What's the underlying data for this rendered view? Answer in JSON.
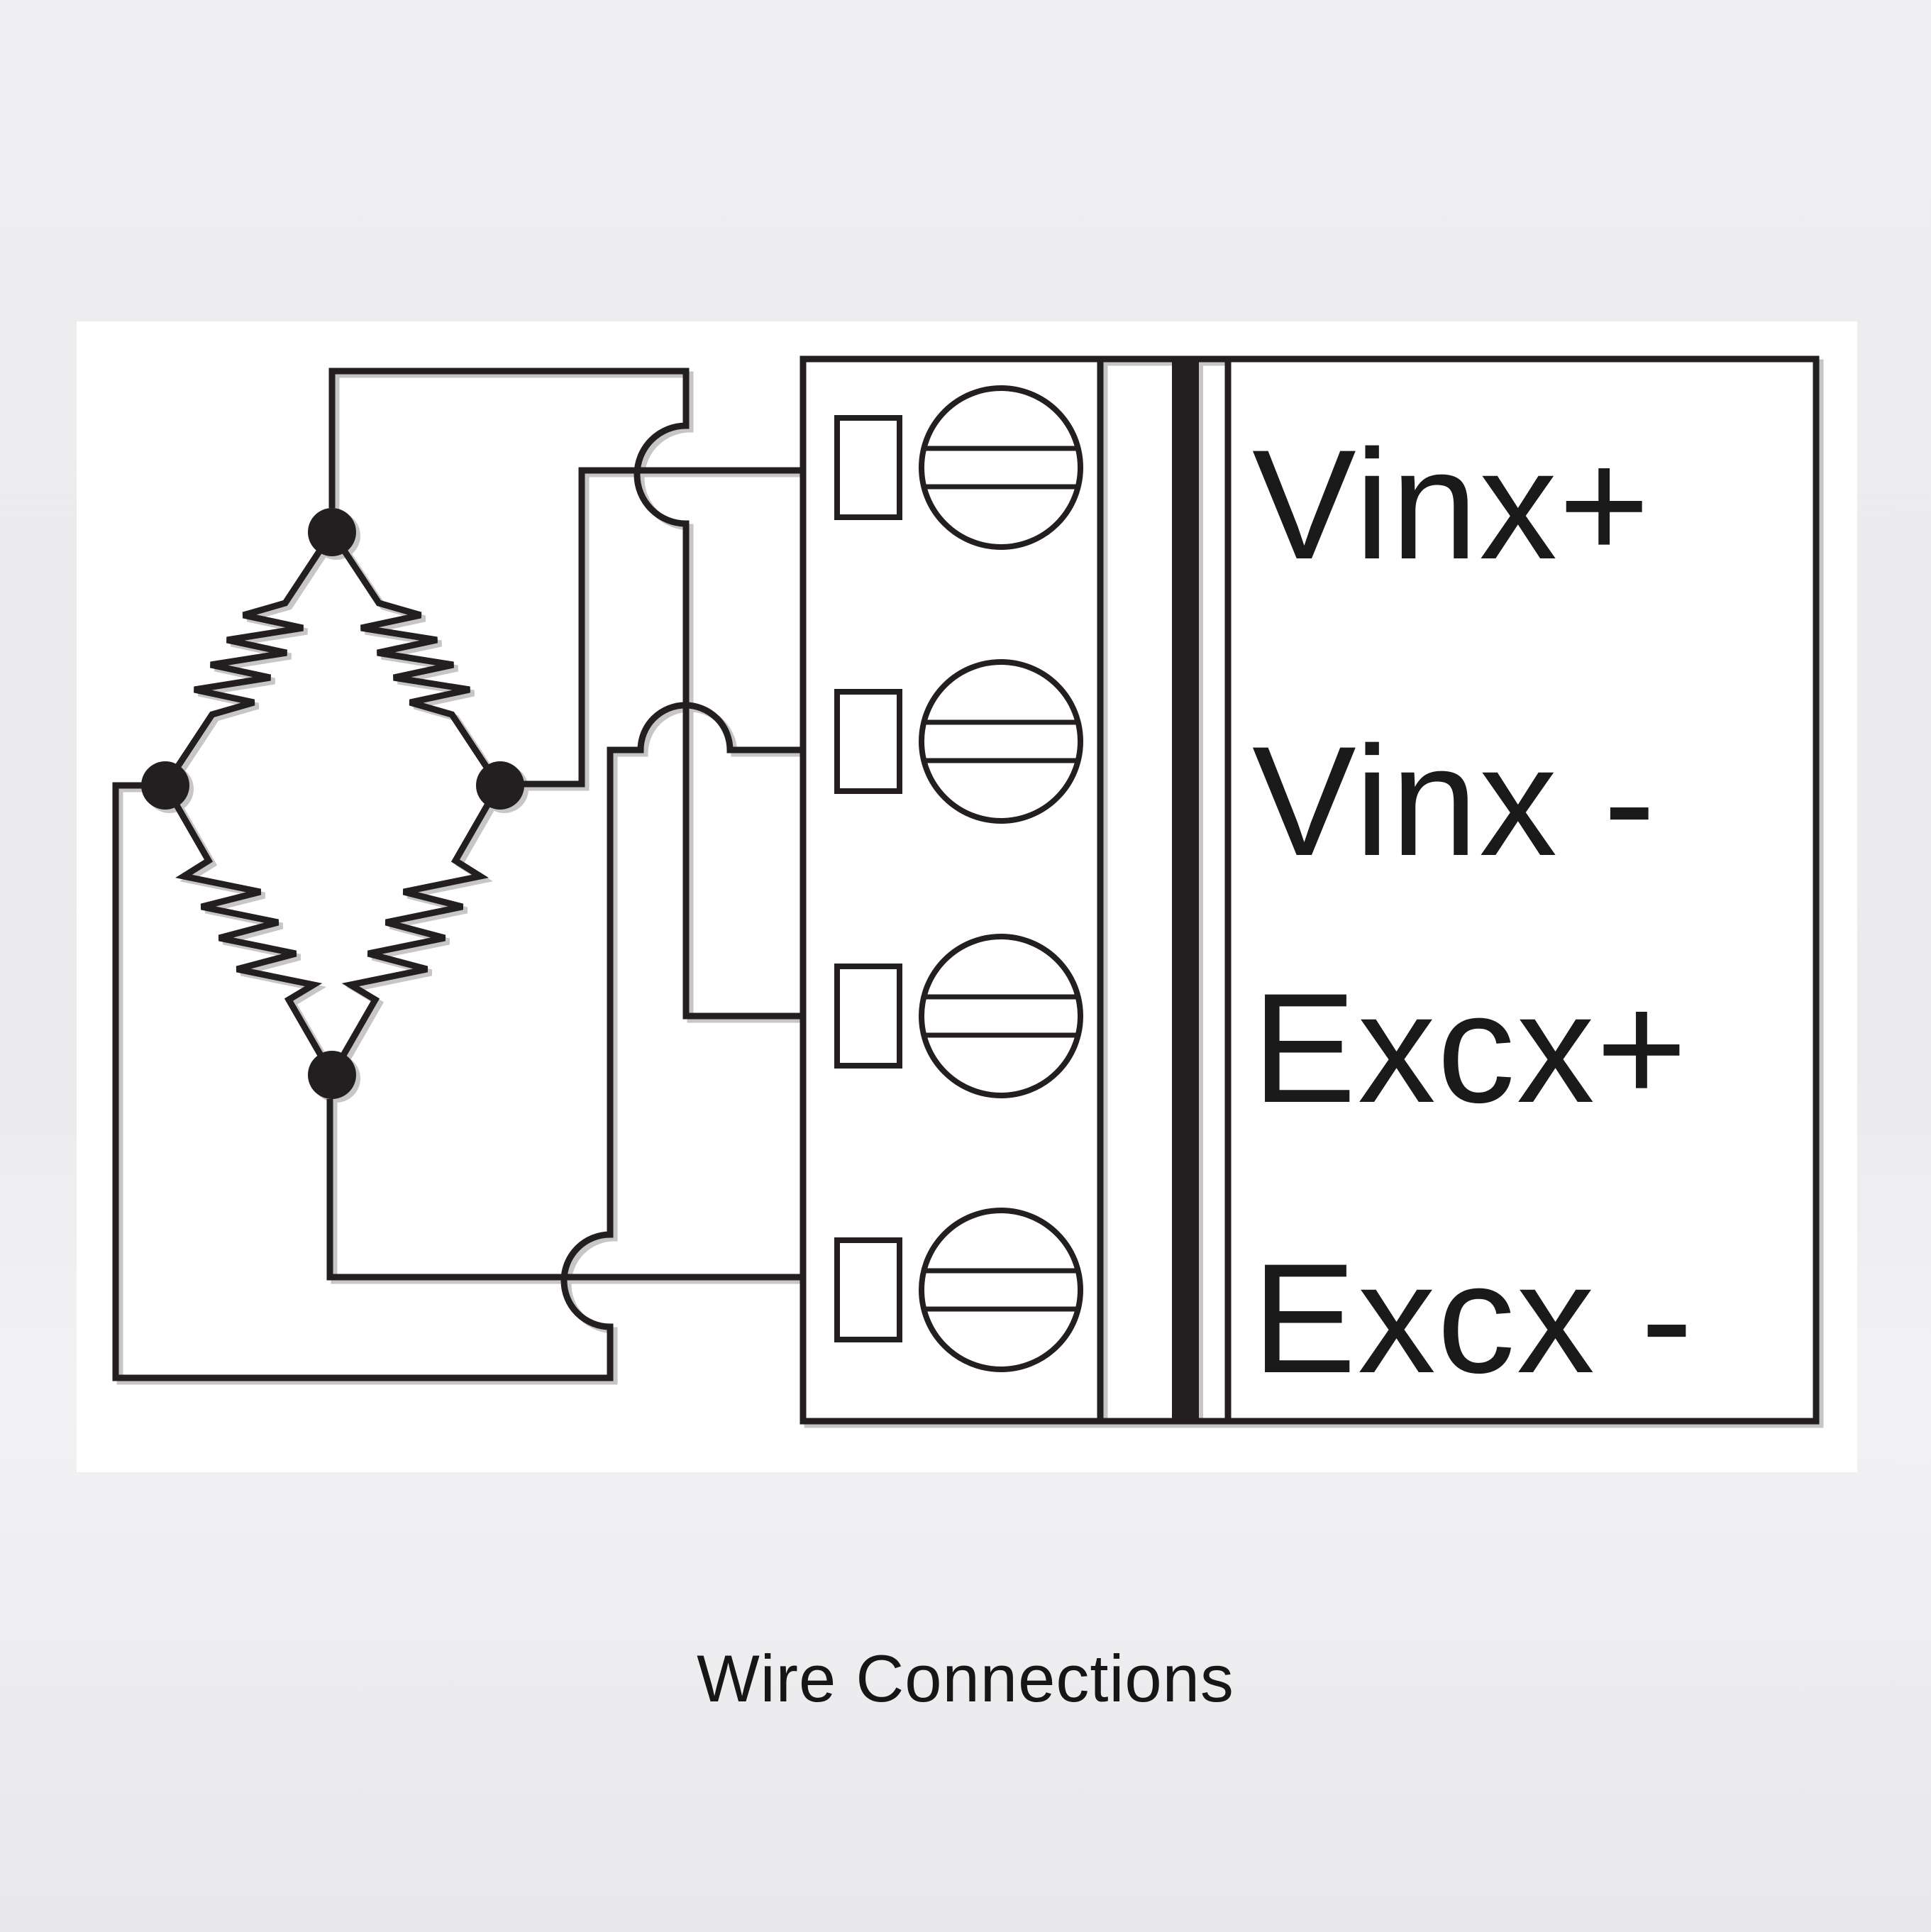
{
  "page": {
    "background_color": "#ebebee",
    "panel_color": "#ffffff",
    "line_color": "#231f20",
    "separator_bar_color": "#0c0c0c"
  },
  "diagram": {
    "caption": "Wire Connections",
    "terminals": [
      {
        "name": "vinx-plus",
        "label": "Vinx+"
      },
      {
        "name": "vinx-minus",
        "label": "Vinx -"
      },
      {
        "name": "excx-plus",
        "label": "Excx+"
      },
      {
        "name": "excx-minus",
        "label": "Excx -"
      }
    ]
  }
}
